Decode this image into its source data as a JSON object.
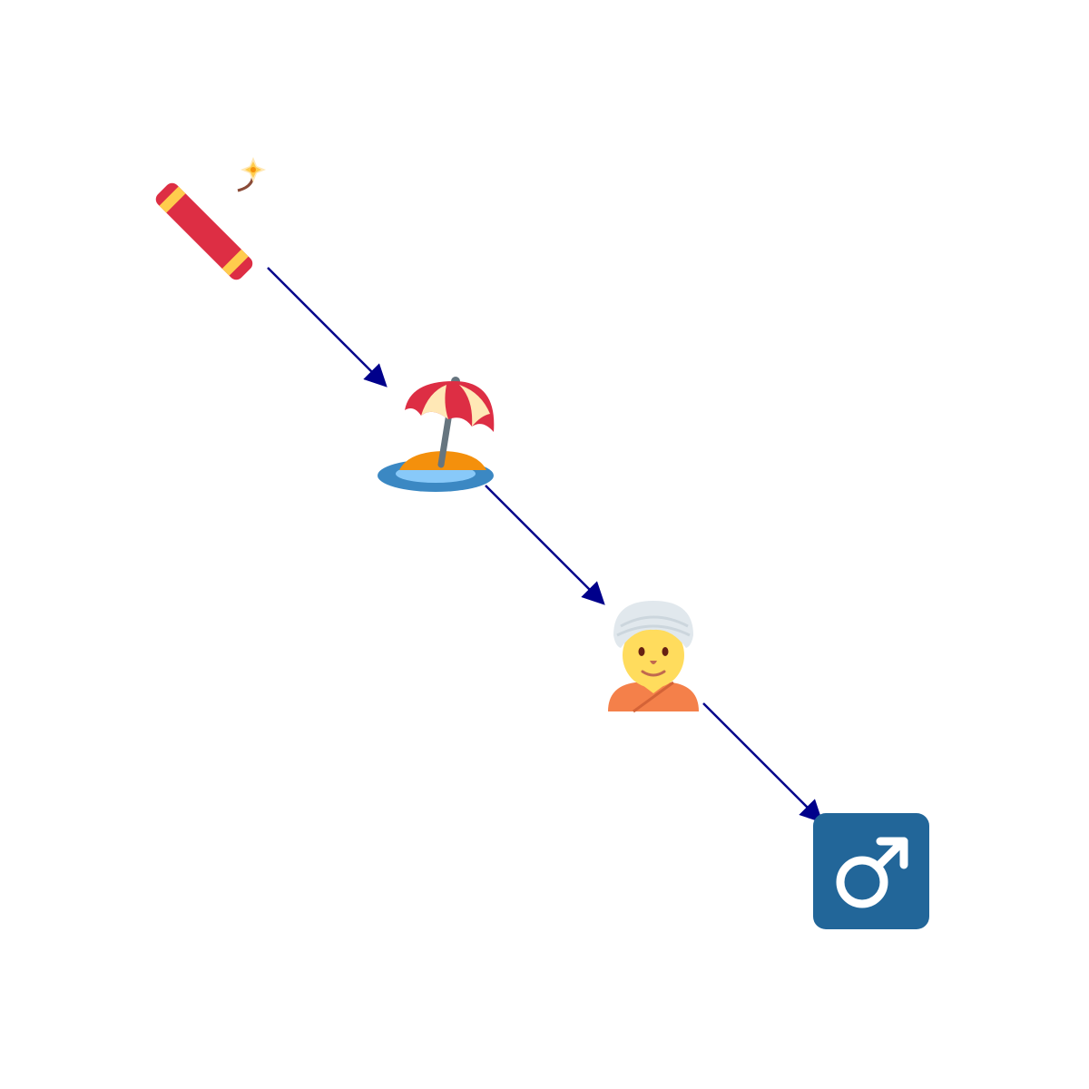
{
  "diagram": {
    "nodes": [
      {
        "id": "firecracker",
        "icon": "firecracker-icon"
      },
      {
        "id": "desert-island",
        "icon": "desert-island-icon"
      },
      {
        "id": "person-wearing-turban",
        "icon": "person-wearing-turban-icon"
      },
      {
        "id": "male-sign",
        "icon": "male-sign-icon"
      }
    ],
    "edges": [
      {
        "from": "firecracker",
        "to": "desert-island"
      },
      {
        "from": "desert-island",
        "to": "person-wearing-turban"
      },
      {
        "from": "person-wearing-turban",
        "to": "male-sign"
      }
    ],
    "colors": {
      "arrow": "#00008b",
      "firecracker_body": "#dd2e44",
      "firecracker_band": "#ffcc4d",
      "umbrella_red": "#dd2e44",
      "umbrella_cream": "#ffe8b6",
      "sand": "#f4900c",
      "water": "#3b88c3",
      "turban": "#e1e8ed",
      "skin": "#ffdc5d",
      "shirt": "#f4804a",
      "male_tile": "#226699"
    }
  }
}
